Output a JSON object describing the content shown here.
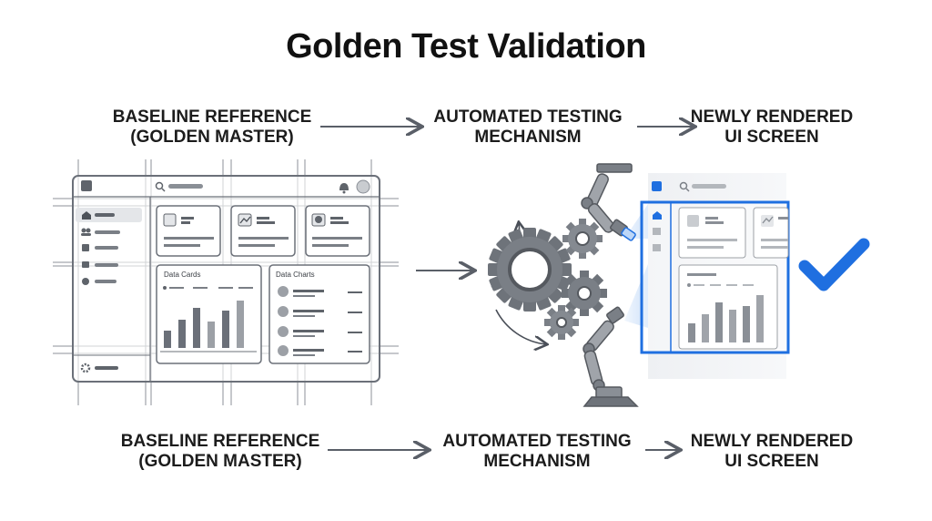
{
  "title": "Golden Test Validation",
  "flow_top": {
    "baseline": [
      "BASELINE REFERENCE",
      "(GOLDEN MASTER)"
    ],
    "testing": [
      "AUTOMATED TESTING",
      "MECHANISM"
    ],
    "rendered": [
      "NEWLY RENDERED",
      "UI SCREEN"
    ]
  },
  "flow_bottom": {
    "baseline": [
      "BASELINE REFERENCE",
      "(GOLDEN MASTER)"
    ],
    "testing": [
      "AUTOMATED TESTING",
      "MECHANISM"
    ],
    "rendered": [
      "NEWLY RENDERED",
      "UI SCREEN"
    ]
  },
  "baseline_mock": {
    "data_cards_label": "Data Cards",
    "data_charts_label": "Data Charts"
  },
  "colors": {
    "accent_blue": "#1f6fe0",
    "gray_dark": "#5f646b",
    "gray_mid": "#8a8f96",
    "line": "#6b7079"
  },
  "icons": [
    "home-icon",
    "users-icon",
    "gear-icon",
    "search-icon",
    "bell-icon",
    "checkmark-icon",
    "robot-arm-icon"
  ]
}
